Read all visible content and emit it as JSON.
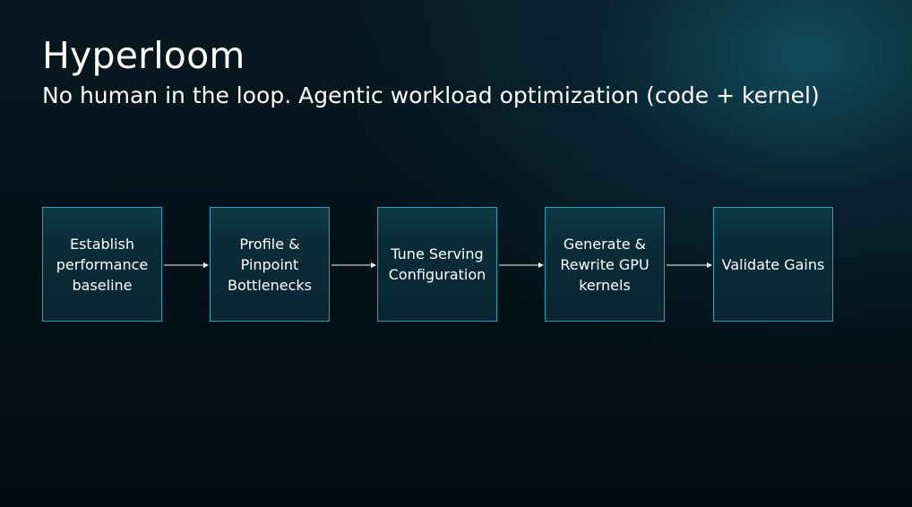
{
  "slide": {
    "title": "Hyperloom",
    "subtitle": "No human in the loop. Agentic workload optimization (code + kernel)"
  },
  "flow": {
    "steps": [
      {
        "label": "Establish\nperformance\nbaseline"
      },
      {
        "label": "Profile &\nPinpoint\nBottlenecks"
      },
      {
        "label": "Tune Serving\nConfiguration"
      },
      {
        "label": "Generate &\nRewrite GPU\nkernels"
      },
      {
        "label": "Validate Gains"
      }
    ]
  },
  "colors": {
    "box_border": "#2aa1b8",
    "arrow": "#ffffff"
  }
}
